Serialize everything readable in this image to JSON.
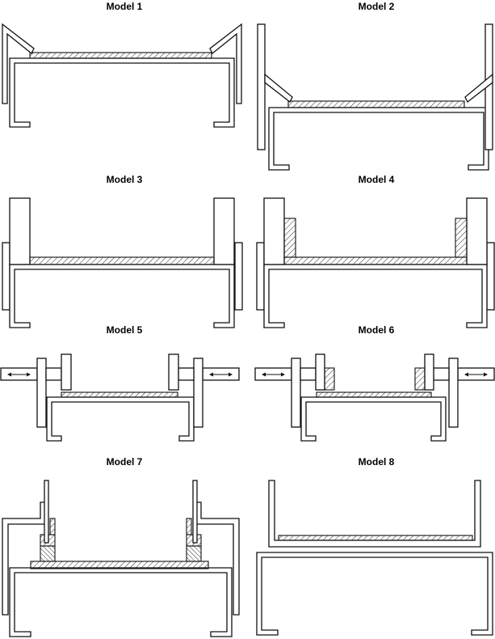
{
  "models": [
    {
      "title": "Model 1"
    },
    {
      "title": "Model 2"
    },
    {
      "title": "Model 3"
    },
    {
      "title": "Model 4"
    },
    {
      "title": "Model 5"
    },
    {
      "title": "Model 6"
    },
    {
      "title": "Model 7"
    },
    {
      "title": "Model 8"
    }
  ]
}
